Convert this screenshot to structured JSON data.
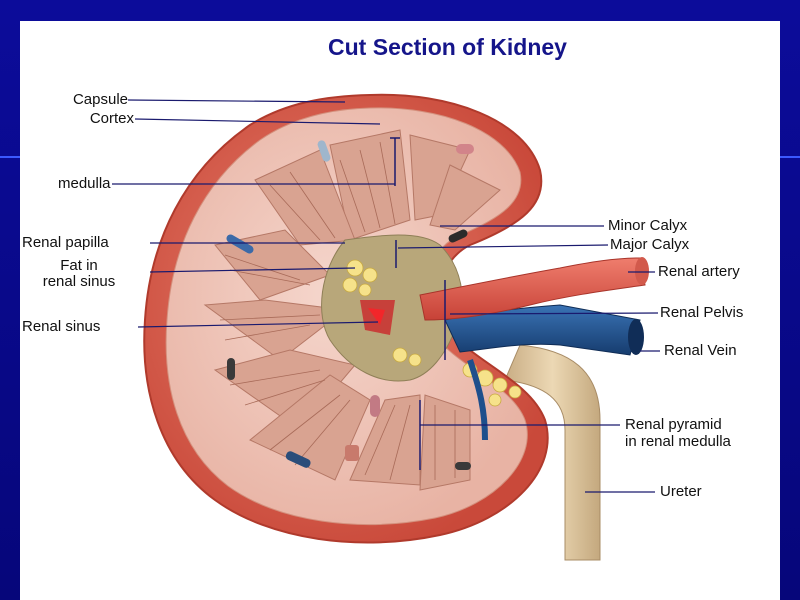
{
  "title": "Cut Section of  Kidney",
  "labels": {
    "capsule": "Capsule",
    "cortex": "Cortex",
    "medulla": "medulla",
    "renal_papilla": "Renal papilla",
    "fat_line1": "Fat in",
    "fat_line2": "renal sinus",
    "renal_sinus": "Renal sinus",
    "minor_calyx": "Minor Calyx",
    "major_calyx": "Major Calyx",
    "renal_artery": "Renal artery",
    "renal_pelvis": "Renal Pelvis",
    "renal_vein": "Renal Vein",
    "pyramid_line1": "Renal pyramid",
    "pyramid_line2": "in renal medulla",
    "ureter": "Ureter"
  },
  "colors": {
    "background": "#0a0a8c",
    "title": "#15158a",
    "capsule": "#d9614e",
    "cortex": "#efc3b6",
    "pyramid": "#d9a391",
    "sinus": "#b8a77a",
    "fat": "#f6e28a",
    "artery": "#e2574a",
    "vein": "#1e4f8c",
    "ureter": "#d9c29c"
  }
}
